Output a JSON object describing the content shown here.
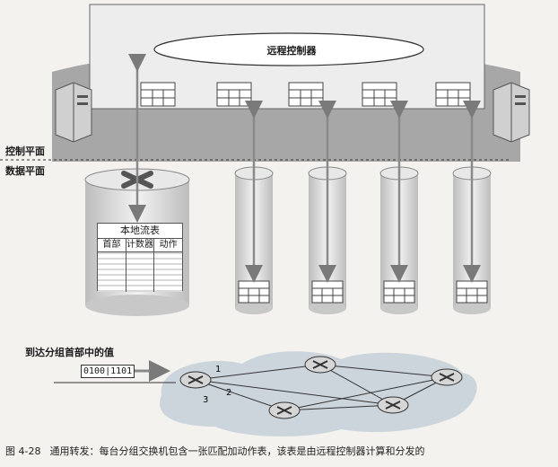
{
  "labels": {
    "remote_controller": "远程控制器",
    "control_plane": "控制平面",
    "data_plane": "数据平面",
    "arriving_header_value": "到达分组首部中的值",
    "packet_bits": "0100|1101",
    "port_1": "1",
    "port_2": "2",
    "port_3": "3"
  },
  "flow_table": {
    "title": "本地流表",
    "columns": [
      "首部",
      "计数器",
      "动作"
    ]
  },
  "caption": {
    "figure_number": "图 4-28",
    "text": "通用转发：每台分组交换机包含一张匹配加动作表，该表是由远程控制器计算和分发的"
  },
  "colors": {
    "controller_panel": "#8a8a8a",
    "cylinder": "#dcdcdc",
    "arrow": "#8a8a8a",
    "network_cloud": "#cfd6dc"
  }
}
